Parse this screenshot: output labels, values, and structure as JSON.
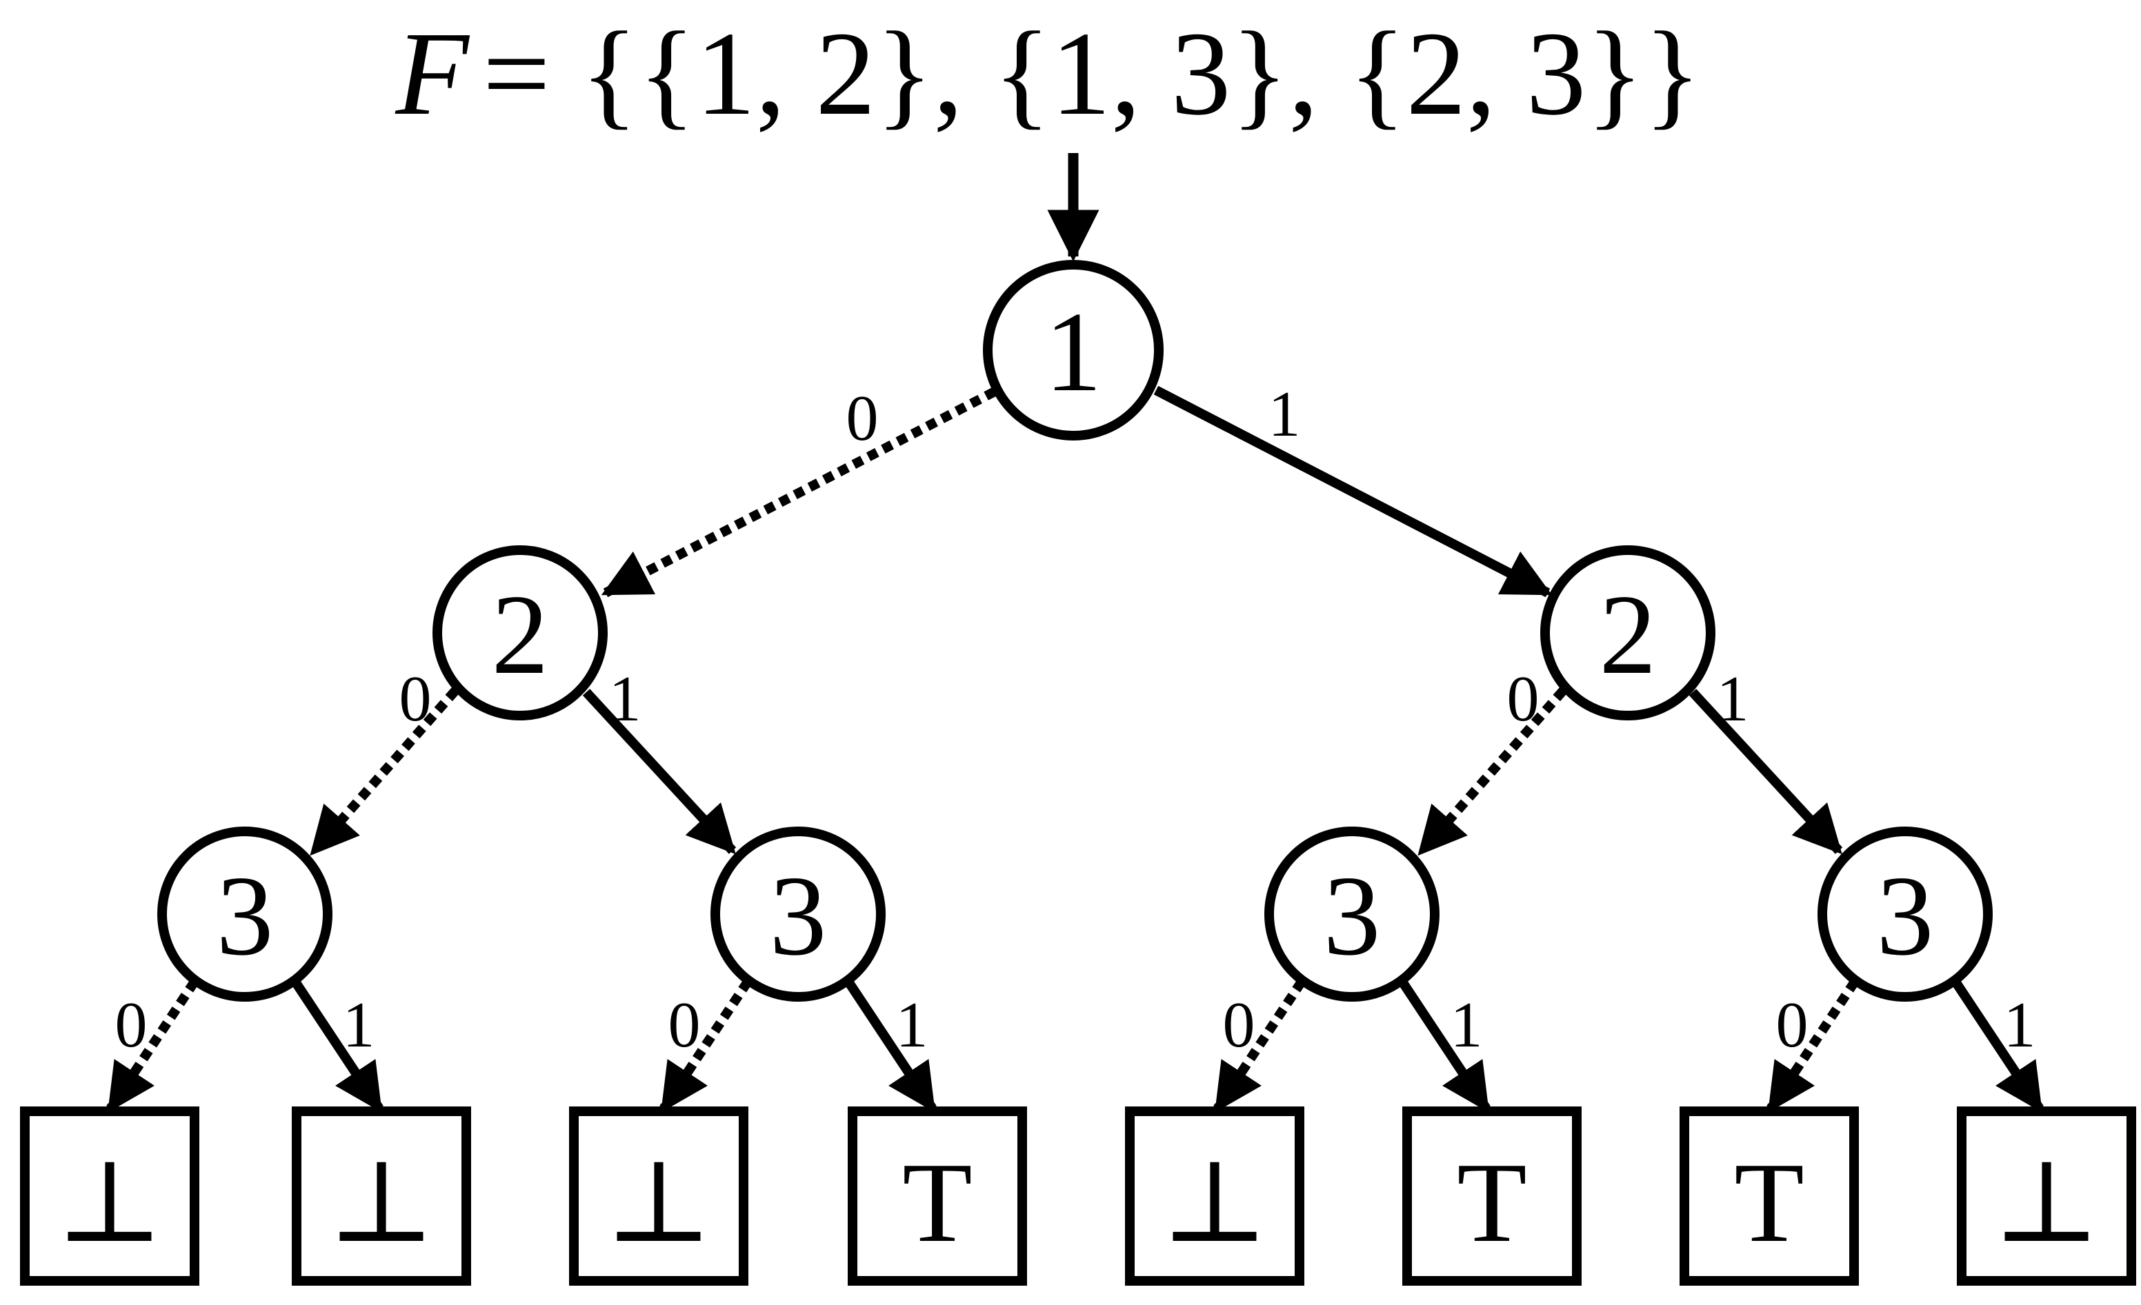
{
  "formula": {
    "lhs": "F",
    "rhs": "= {{1, 2}, {1, 3}, {2, 3}}"
  },
  "edge_labels": {
    "false_branch": "0",
    "true_branch": "1"
  },
  "tree": {
    "root": {
      "variable": "1"
    },
    "level2": [
      {
        "variable": "2"
      },
      {
        "variable": "2"
      }
    ],
    "level3": [
      {
        "variable": "3"
      },
      {
        "variable": "3"
      },
      {
        "variable": "3"
      },
      {
        "variable": "3"
      }
    ],
    "terminals": [
      {
        "symbol": "⊥"
      },
      {
        "symbol": "⊥"
      },
      {
        "symbol": "⊥"
      },
      {
        "symbol": "T"
      },
      {
        "symbol": "⊥"
      },
      {
        "symbol": "T"
      },
      {
        "symbol": "T"
      },
      {
        "symbol": "⊥"
      }
    ]
  },
  "colors": {
    "stroke": "#000000",
    "background": "#ffffff"
  }
}
